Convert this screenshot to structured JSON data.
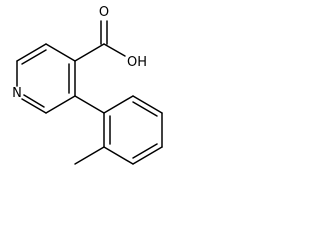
{
  "structure": {
    "atom_labels": {
      "oxygen_carbonyl": "O",
      "hydroxyl": "OH",
      "nitrogen": "N"
    }
  }
}
